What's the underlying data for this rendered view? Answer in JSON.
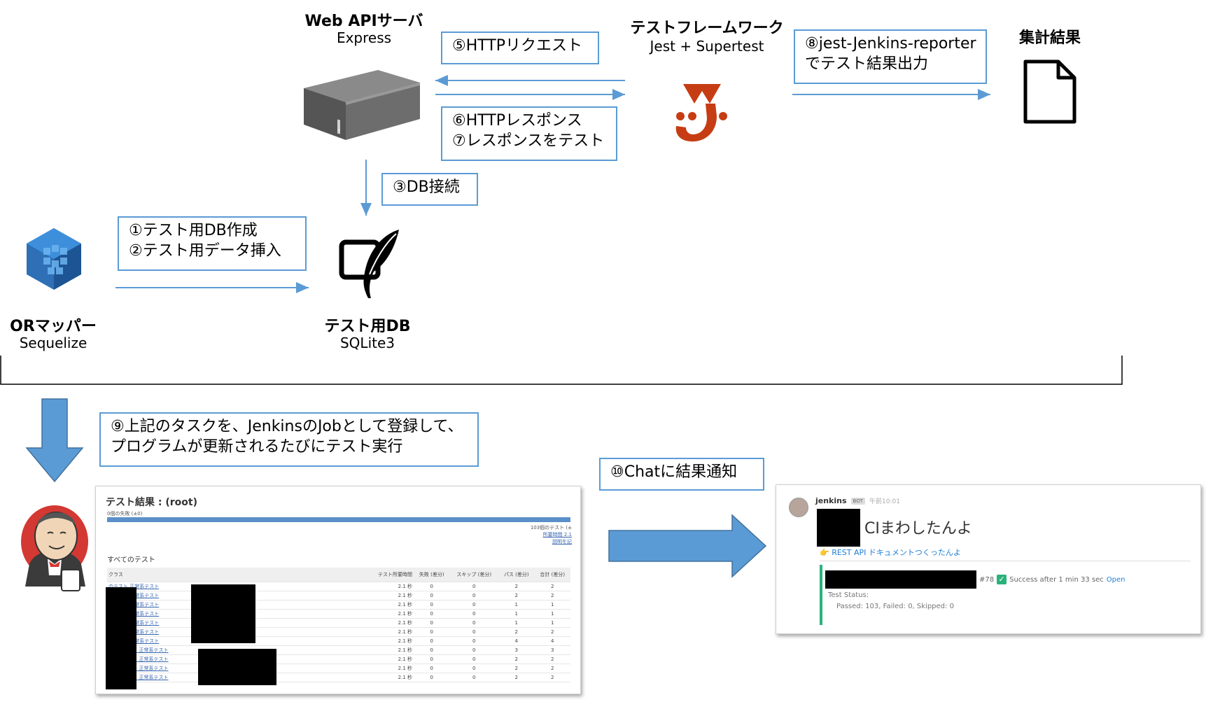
{
  "nodes": {
    "webapi": {
      "title": "Web APIサーバ",
      "sub": "Express"
    },
    "framework": {
      "title": "テストフレームワーク",
      "sub": "Jest + Supertest"
    },
    "result": {
      "title": "集計結果"
    },
    "orm": {
      "title": "ORマッパー",
      "sub": "Sequelize"
    },
    "testdb": {
      "title": "テスト用DB",
      "sub": "SQLite3"
    }
  },
  "steps": {
    "s5": "⑤HTTPリクエスト",
    "s6": "⑥HTTPレスポンス",
    "s7": "⑦レスポンスをテスト",
    "s8a": "⑧jest-Jenkins-reporter",
    "s8b": "でテスト結果出力",
    "s3": "③DB接続",
    "s1": "①テスト用DB作成",
    "s2": "②テスト用データ挿入",
    "s9a": "⑨上記のタスクを、JenkinsのJobとして登録して、",
    "s9b": "プログラムが更新されるたびにテスト実行",
    "s10": "⑩Chatに結果通知"
  },
  "jenkins_report": {
    "title": "テスト結果 : (root)",
    "fail_count": "0個の失敗 (±0)",
    "total_tests": "103個のテスト (±",
    "duration_link": "所要時間 2.1",
    "description_link": "説明を記",
    "section": "すべてのテスト",
    "columns": [
      "クラス",
      "テスト所要時間",
      "失敗 (差分)",
      "スキップ (差分)",
      "パス (差分)",
      "合計 (差分)"
    ],
    "rows": [
      {
        "cls": "のテスト 正常系テスト",
        "time": "2.1 秒",
        "fail": "0",
        "skip": "0",
        "pass": "2",
        "total": "2"
      },
      {
        "cls": "のテスト 正常系テスト",
        "time": "2.1 秒",
        "fail": "0",
        "skip": "0",
        "pass": "2",
        "total": "2"
      },
      {
        "cls": "のテスト 正常系テスト",
        "time": "2.1 秒",
        "fail": "0",
        "skip": "0",
        "pass": "1",
        "total": "1"
      },
      {
        "cls": "のテスト 正常系テスト",
        "time": "2.1 秒",
        "fail": "0",
        "skip": "0",
        "pass": "1",
        "total": "1"
      },
      {
        "cls": "のテスト 正常系テスト",
        "time": "2.1 秒",
        "fail": "0",
        "skip": "0",
        "pass": "1",
        "total": "1"
      },
      {
        "cls": "のテスト 正常系テスト",
        "time": "2.1 秒",
        "fail": "0",
        "skip": "0",
        "pass": "2",
        "total": "2"
      },
      {
        "cls": "のテスト 異常系テスト",
        "time": "2.1 秒",
        "fail": "0",
        "skip": "0",
        "pass": "4",
        "total": "4"
      },
      {
        "cls": "API のテスト 正常系テスト",
        "time": "2.1 秒",
        "fail": "0",
        "skip": "0",
        "pass": "3",
        "total": "3"
      },
      {
        "cls": "API のテスト 正常系テスト",
        "time": "2.1 秒",
        "fail": "0",
        "skip": "0",
        "pass": "2",
        "total": "2"
      },
      {
        "cls": "API のテスト 正常系テスト",
        "time": "2.1 秒",
        "fail": "0",
        "skip": "0",
        "pass": "2",
        "total": "2"
      },
      {
        "cls": "API のテスト 正常系テスト",
        "time": "2.1 秒",
        "fail": "0",
        "skip": "0",
        "pass": "2",
        "total": "2"
      }
    ]
  },
  "chat": {
    "sender": "jenkins",
    "badge": "BOT",
    "time": "午前10:01",
    "message": "CIまわしたんよ",
    "link": "👉 REST API ドキュメントつくったんよ",
    "build": "#78",
    "status": "Success after 1 min 33 sec",
    "open": "Open",
    "status_label": "Test Status:",
    "status_detail": "Passed: 103, Failed: 0, Skipped: 0"
  },
  "colors": {
    "accent": "#5b9bd5",
    "arrow": "#5b9bd5",
    "jest": "#c63d14",
    "jenkins": "#d33833",
    "chat_bar": "#2ab27b"
  },
  "icons": [
    "server-icon",
    "jest-icon",
    "file-icon",
    "sequelize-icon",
    "sqlite-icon",
    "jenkins-icon"
  ]
}
